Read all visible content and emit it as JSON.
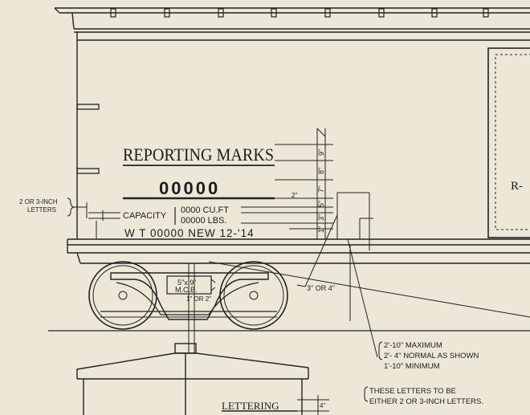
{
  "car_body": {
    "reporting_marks": "REPORTING MARKS",
    "car_number": "00000",
    "capacity_label": "CAPACITY",
    "capacity_cuft": "0000 CU.FT",
    "capacity_lbs": "00000 LBS.",
    "weight_line": "W T 00000 NEW 12-'14",
    "door_letter": "R-"
  },
  "annotations": {
    "letter_size_line1": "2 OR 3-INCH",
    "letter_size_line2": "LETTERS",
    "truck_spacing": "3\" OR 4\"",
    "truck_stencil_line1": "5\"x 9\"",
    "truck_stencil_line2": "M.C.B.",
    "truck_stencil_line3": "1\" OR 2\"",
    "height_max": "2'-10\" MAXIMUM",
    "height_normal": "2'- 4\" NORMAL AS SHOWN",
    "height_min": "1'-10\" MINIMUM",
    "note_line1": "THESE LETTERS TO BE",
    "note_line2": "EITHER 2 OR 3-INCH LETTERS.",
    "end_lettering": "LETTERING"
  },
  "dimensions": {
    "dim_1": "9\"",
    "dim_2": "8\"",
    "dim_3": "7\"",
    "dim_4": "5\"",
    "dim_5": "3\"",
    "dim_6": "1\"",
    "dim_7": "2\"",
    "dim_end": "4\""
  }
}
